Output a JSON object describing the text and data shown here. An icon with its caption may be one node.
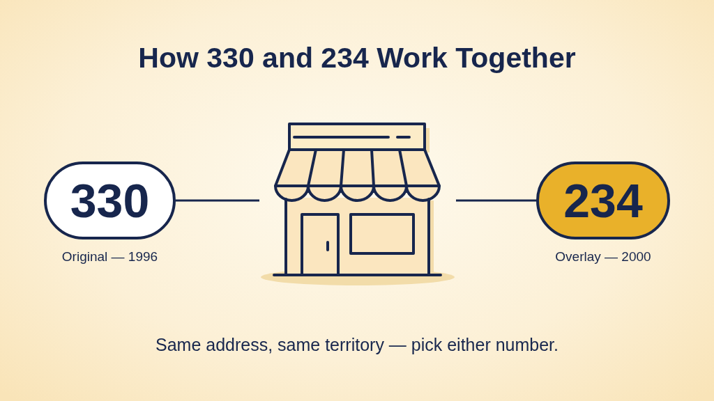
{
  "diagram": {
    "title": "How 330 and 234 Work Together",
    "caption": "Same address, same territory — pick either number.",
    "nodes": [
      {
        "text": [
          "330"
        ],
        "beside": [
          "Original — 1996"
        ]
      },
      {
        "text": [],
        "shape": "picture"
      },
      {
        "text": [
          "234"
        ],
        "beside": [
          "Overlay — 2000"
        ]
      }
    ],
    "edges": [
      {
        "from": 0,
        "to": 1,
        "arrow": "none"
      },
      {
        "from": 1,
        "to": 2,
        "arrow": "none"
      }
    ]
  }
}
